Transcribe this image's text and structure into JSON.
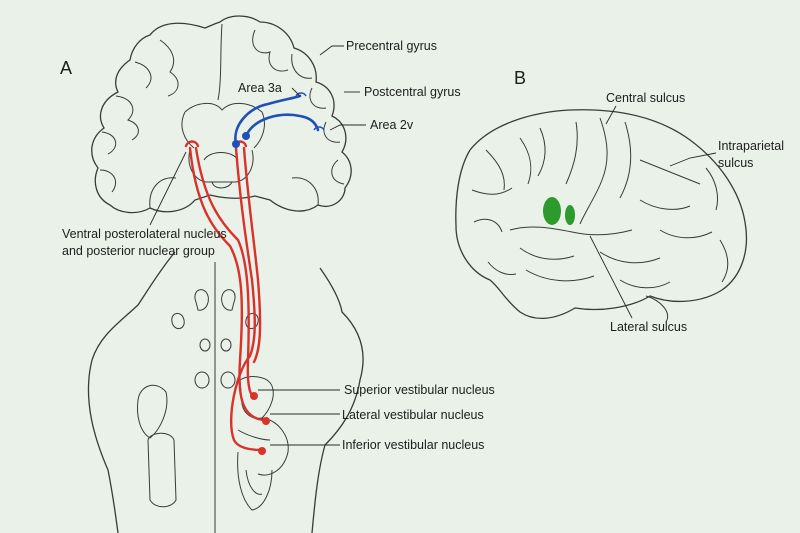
{
  "panels": {
    "a": "A",
    "b": "B"
  },
  "labels": {
    "precentral_gyrus": "Precentral gyrus",
    "area_3a": "Area 3a",
    "postcentral_gyrus": "Postcentral gyrus",
    "area_2v": "Area 2v",
    "thalamus_line1": "Ventral posterolateral nucleus",
    "thalamus_line2": "and posterior nuclear group",
    "superior_vestibular": "Superior vestibular nucleus",
    "lateral_vestibular": "Lateral vestibular nucleus",
    "inferior_vestibular": "Inferior vestibular nucleus",
    "central_sulcus": "Central sulcus",
    "intraparietal_line1": "Intraparietal",
    "intraparietal_line2": "sulcus",
    "lateral_sulcus": "Lateral sulcus"
  },
  "colors": {
    "background": "#e9f1e9",
    "vestibular_pathway": "#d8322a",
    "cortical_projection": "#1f4fb8",
    "cortical_area": "#2d9a2d",
    "outline": "#3a3a3a"
  }
}
